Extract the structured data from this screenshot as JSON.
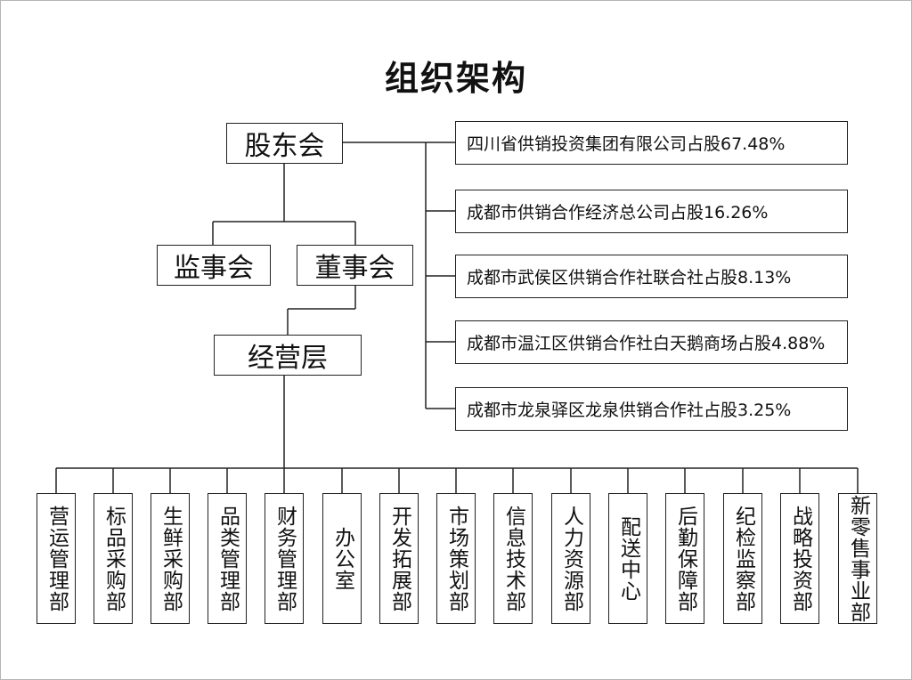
{
  "title": "组织架构",
  "nodes": {
    "shareholders": "股东会",
    "supervisors": "监事会",
    "directors": "董事会",
    "management": "经营层"
  },
  "shareholdings": [
    "四川省供销投资集团有限公司占股67.48%",
    "成都市供销合作经济总公司占股16.26%",
    "成都市武侯区供销合作社联合社占股8.13%",
    "成都市温江区供销合作社白天鹅商场占股4.88%",
    "成都市龙泉驿区龙泉供销合作社占股3.25%"
  ],
  "departments": [
    "营运管理部",
    "标品采购部",
    "生鲜采购部",
    "品类管理部",
    "财务管理部",
    "办公室",
    "开发拓展部",
    "市场策划部",
    "信息技术部",
    "人力资源部",
    "配送中心",
    "后勤保障部",
    "纪检监察部",
    "战略投资部",
    "新零售事业部"
  ]
}
